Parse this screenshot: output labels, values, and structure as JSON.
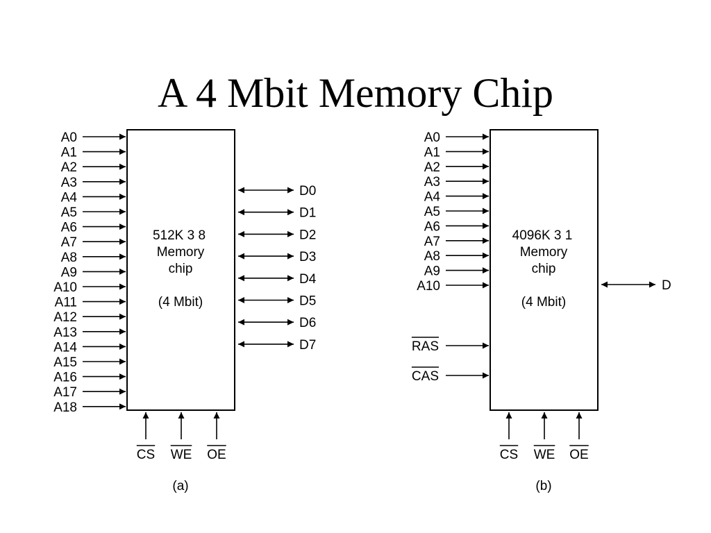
{
  "slide": {
    "title": "A 4 Mbit Memory Chip"
  },
  "chip_a": {
    "address_pins": [
      "A0",
      "A1",
      "A2",
      "A3",
      "A4",
      "A5",
      "A6",
      "A7",
      "A8",
      "A9",
      "A10",
      "A11",
      "A12",
      "A13",
      "A14",
      "A15",
      "A16",
      "A17",
      "A18"
    ],
    "data_pins": [
      "D0",
      "D1",
      "D2",
      "D3",
      "D4",
      "D5",
      "D6",
      "D7"
    ],
    "control_pins": [
      "CS",
      "WE",
      "OE"
    ],
    "label_org": "512K 3 8",
    "label_line2": "Memory",
    "label_line3": "chip",
    "label_size": "(4 Mbit)",
    "caption": "(a)"
  },
  "chip_b": {
    "address_pins": [
      "A0",
      "A1",
      "A2",
      "A3",
      "A4",
      "A5",
      "A6",
      "A7",
      "A8",
      "A9",
      "A10"
    ],
    "strobe_pins": [
      "RAS",
      "CAS"
    ],
    "data_pin": "D",
    "control_pins": [
      "CS",
      "WE",
      "OE"
    ],
    "label_org": "4096K 3 1",
    "label_line2": "Memory",
    "label_line3": "chip",
    "label_size": "(4 Mbit)",
    "caption": "(b)"
  }
}
